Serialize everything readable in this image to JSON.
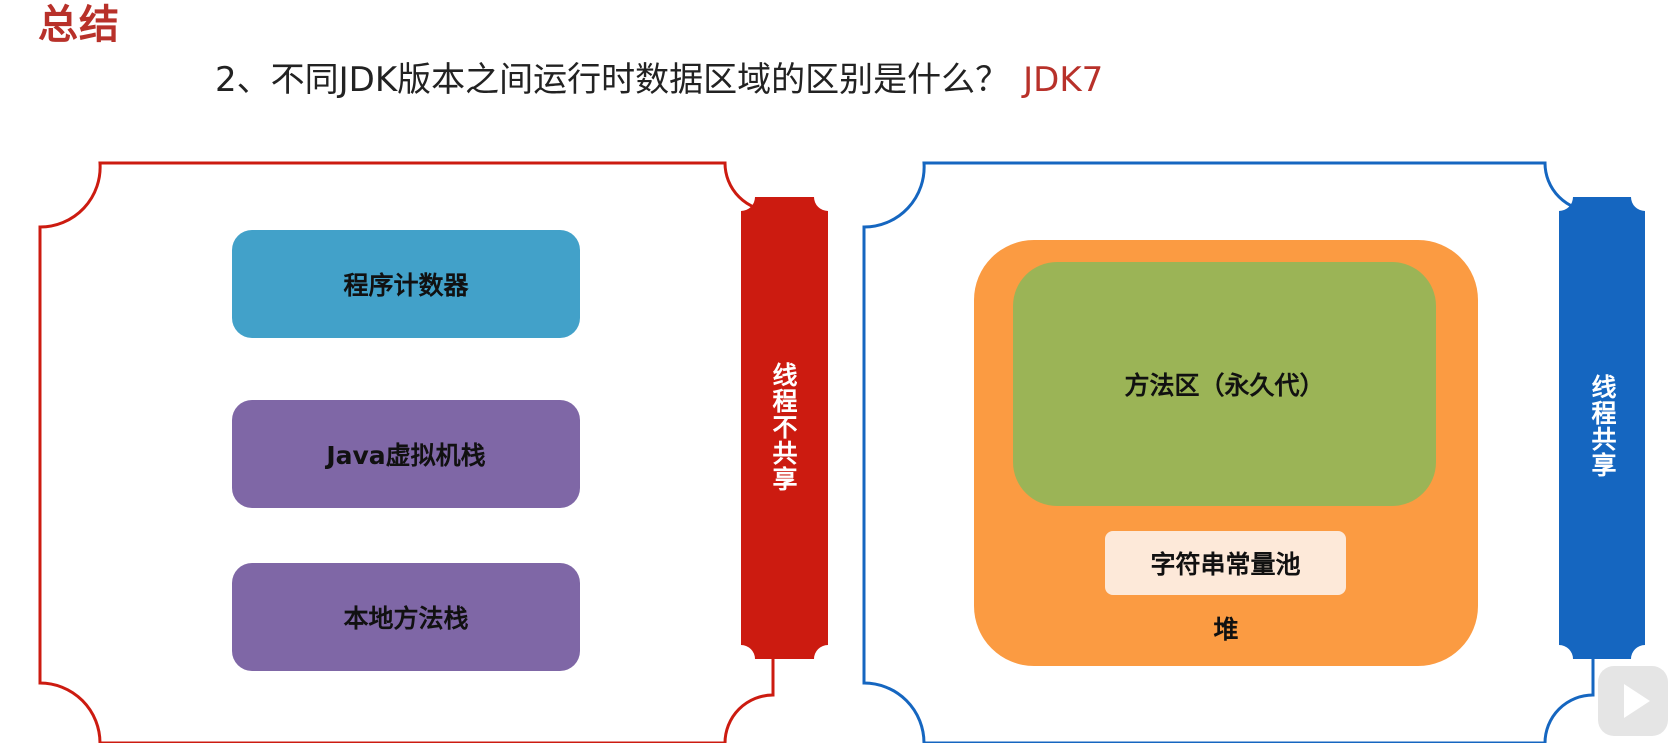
{
  "slide": {
    "title": "总结",
    "question": "2、不同JDK版本之间运行时数据区域的区别是什么？",
    "question_highlight": "JDK7"
  },
  "left_panel": {
    "border_color": "#cc1b10",
    "items": [
      {
        "label": "程序计数器",
        "color": "#42a1c9"
      },
      {
        "label": "Java虚拟机栈",
        "color": "#7f67a6"
      },
      {
        "label": "本地方法栈",
        "color": "#7f67a6"
      }
    ],
    "side_label": "线程不共享",
    "side_color": "#cc1b10"
  },
  "right_panel": {
    "border_color": "#1566c0",
    "heap_label": "堆",
    "heap_color": "#fb9b42",
    "method_area_label": "方法区（永久代）",
    "method_area_color": "#9bb456",
    "string_pool_label": "字符串常量池",
    "string_pool_color": "#fde9d9",
    "side_label": "线程共享",
    "side_color": "#1566c0"
  },
  "overlay": {
    "play_icon": "play-icon"
  }
}
